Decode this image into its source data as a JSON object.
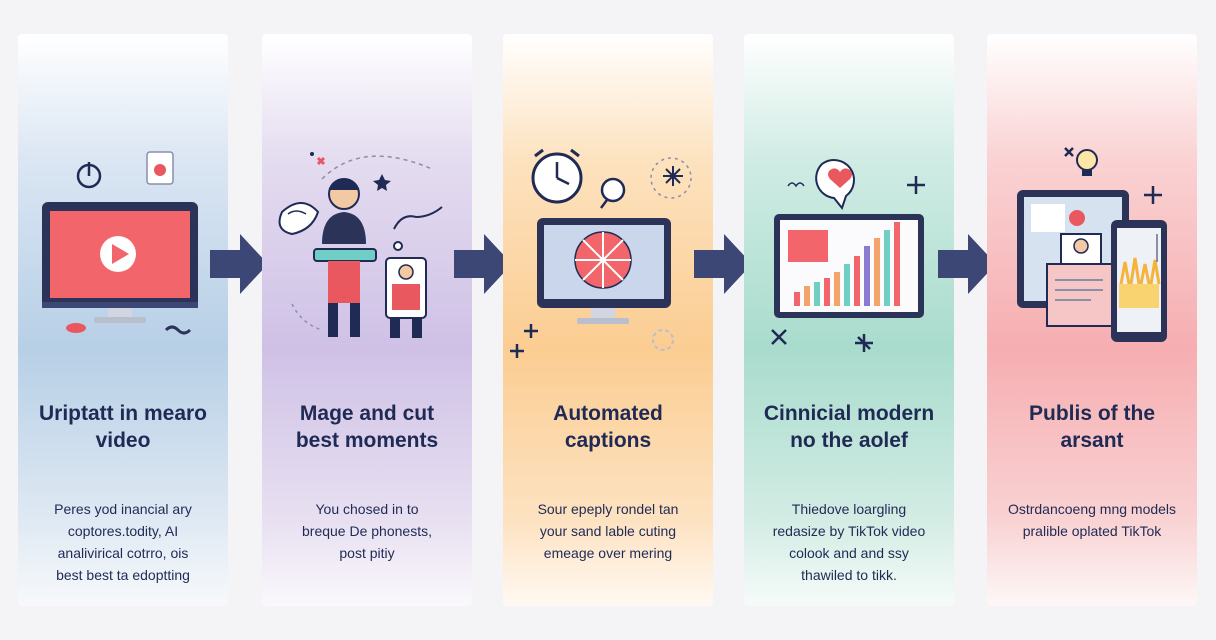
{
  "steps": [
    {
      "title": [
        "Uriptatt in mearo",
        "video"
      ],
      "desc": [
        "Peres yod inancial ary",
        "coptores.todity, AI",
        "analivirical cotrro, ois",
        "best best ta edoptting"
      ]
    },
    {
      "title": [
        "Mage and cut",
        "best moments"
      ],
      "desc": [
        "You chosed in to",
        "breque De phonests,",
        "post pitiy"
      ]
    },
    {
      "title": [
        "Automated",
        "captions"
      ],
      "desc": [
        "Sour epeply rondel tan",
        "your sand lable cuting",
        "emeage over mering"
      ]
    },
    {
      "title": [
        "Cinnicial modern",
        "no the aolef"
      ],
      "desc": [
        "Thiedove loargling",
        "redasize by TikTok video",
        "colook and and ssy",
        "thawiled to tikk."
      ]
    },
    {
      "title": [
        "Publis of the",
        "arsant"
      ],
      "desc": [
        "Ostrdancoeng mng models",
        "pralible oplated TikTok"
      ]
    }
  ],
  "icons": [
    "power-icon",
    "video-player-icon",
    "person-editing-icon",
    "clock-icon",
    "caption-monitor-icon",
    "heart-bubble-icon",
    "bar-chart-monitor-icon",
    "lightbulb-icon",
    "publish-devices-icon"
  ],
  "colors": {
    "text": "#1f2a55",
    "arrow": "#3d4775",
    "accent_red": "#e9585f",
    "panel1": "#b7cfe6",
    "panel2": "#cfc1e6",
    "panel3": "#fbcd92",
    "panel4": "#a9dccd",
    "panel5": "#f6aeb1"
  }
}
